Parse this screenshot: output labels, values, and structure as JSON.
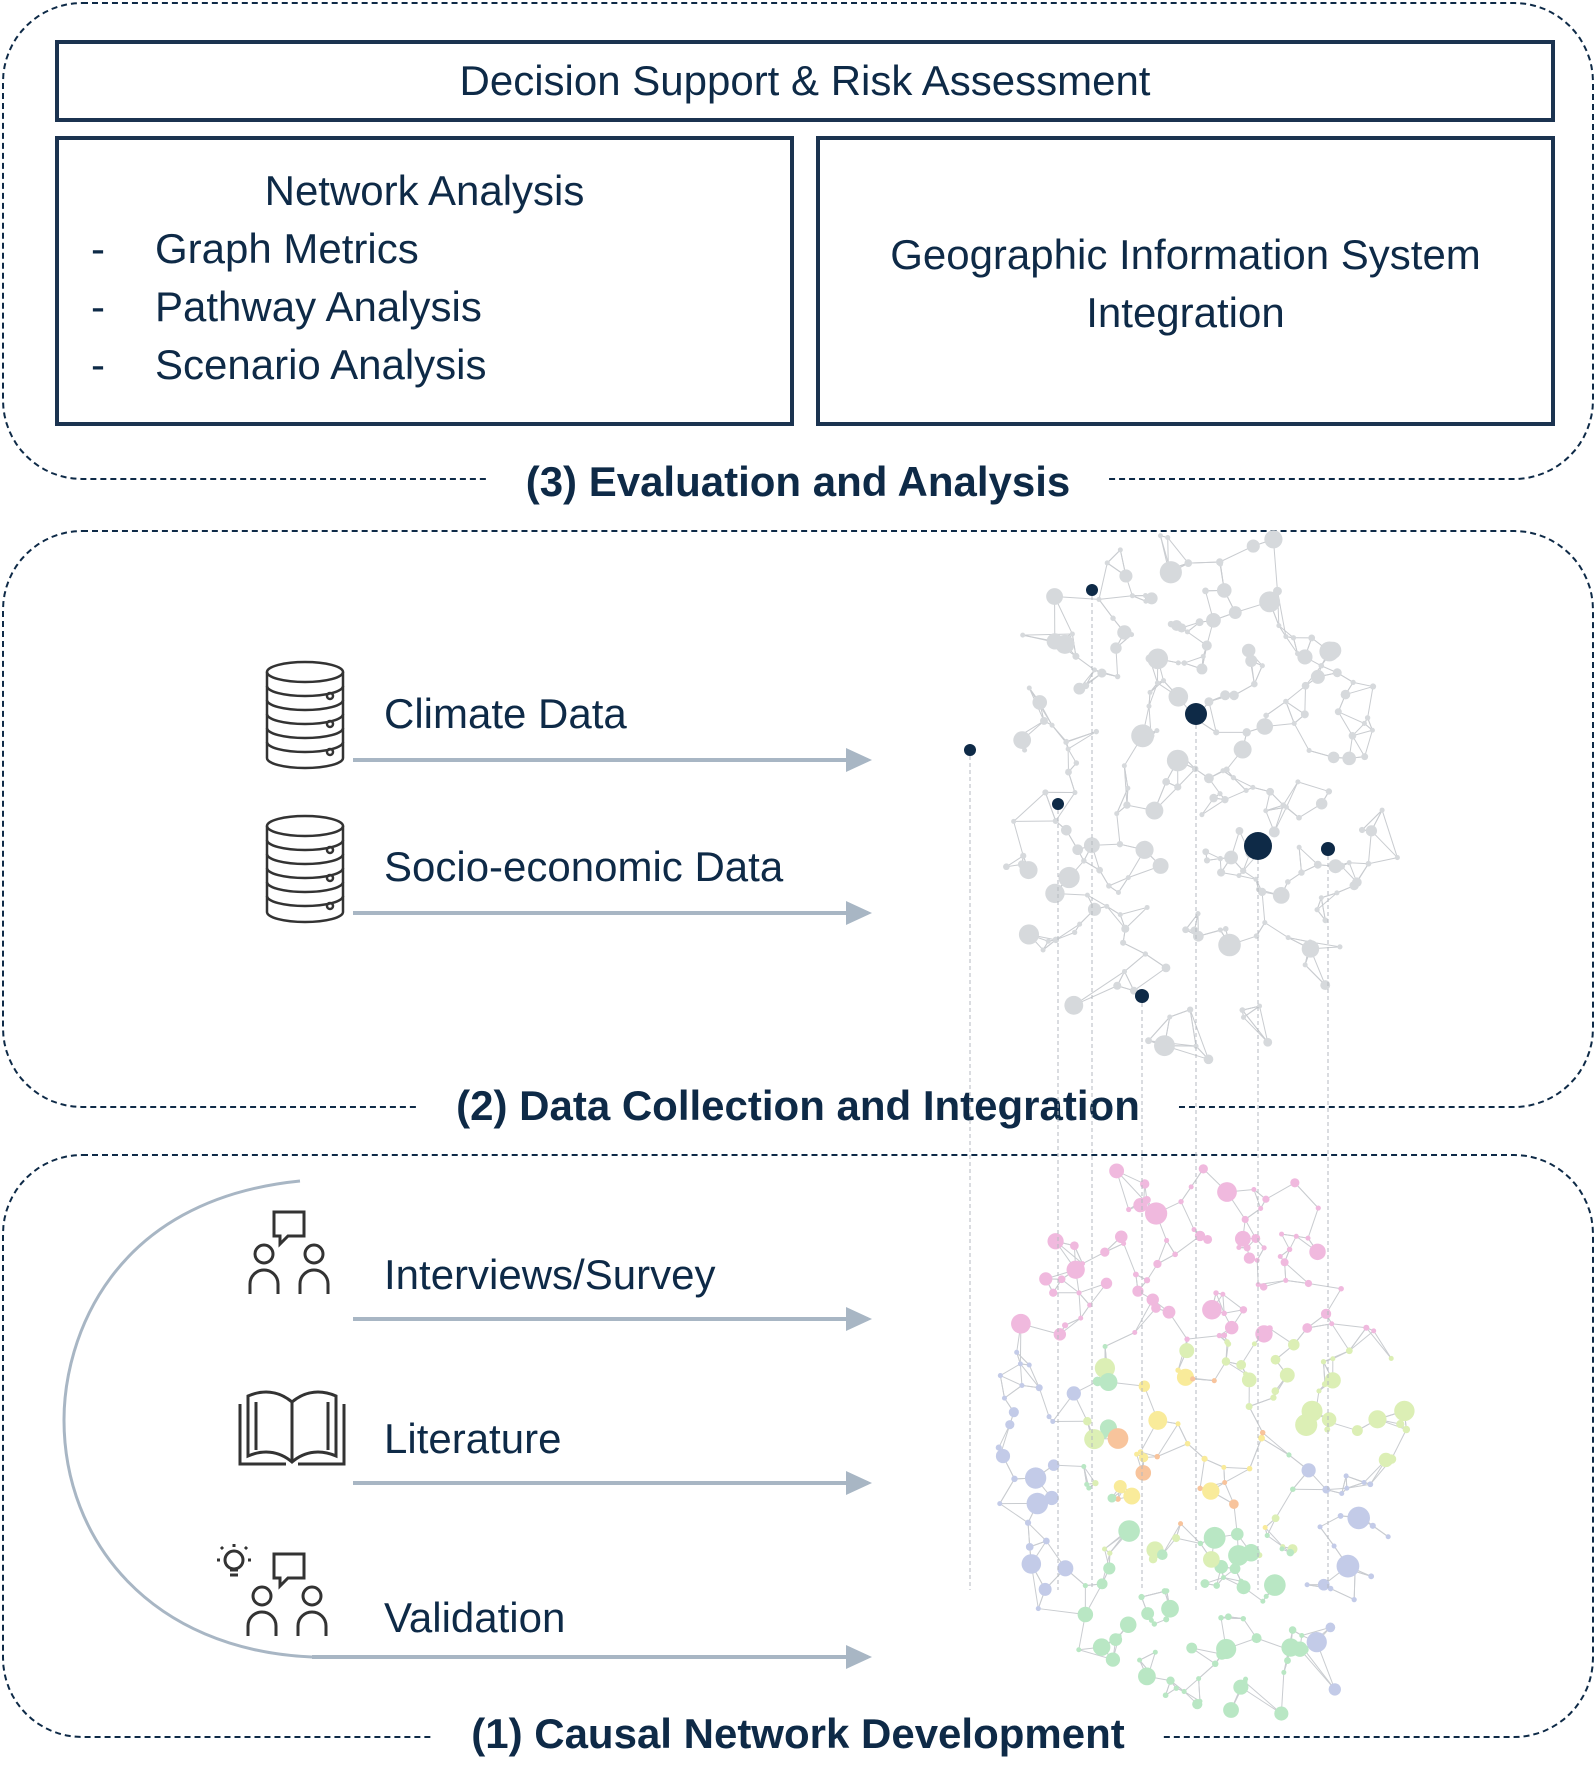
{
  "colors": {
    "frame": "#0e2a47",
    "box_border": "#1b3350",
    "text": "#0e2a47",
    "arrow": "#a8b6c4",
    "gray_node": "#d6d9dc",
    "highlight_node": "#0e2a47",
    "theme_pink": "#f0b9de",
    "theme_orange": "#f8c49c",
    "theme_yellow": "#f9eb9a",
    "theme_green": "#b9e7c4",
    "theme_lightgreen": "#dcefb5",
    "theme_blue": "#c3cbe8"
  },
  "section3": {
    "label": "(3) Evaluation and Analysis",
    "top_box": "Decision Support & Risk Assessment",
    "network_box": {
      "title": "Network Analysis",
      "items": [
        {
          "dash": "-",
          "text": "Graph Metrics"
        },
        {
          "dash": "-",
          "text": "Pathway Analysis"
        },
        {
          "dash": "-",
          "text": "Scenario Analysis"
        }
      ]
    },
    "gis_box": {
      "line1": "Geographic Information System",
      "line2": "Integration"
    }
  },
  "section2": {
    "label": "(2) Data Collection and Integration",
    "inputs": [
      {
        "text": "Climate Data",
        "icon": "database-icon"
      },
      {
        "text": "Socio-economic Data",
        "icon": "database-icon"
      }
    ]
  },
  "section1": {
    "label": "(1) Causal Network Development",
    "inputs": [
      {
        "text": "Interviews/Survey",
        "icon": "people-speech-icon"
      },
      {
        "text": "Literature",
        "icon": "open-book-icon"
      },
      {
        "text": "Validation",
        "icon": "people-idea-icon"
      }
    ]
  }
}
